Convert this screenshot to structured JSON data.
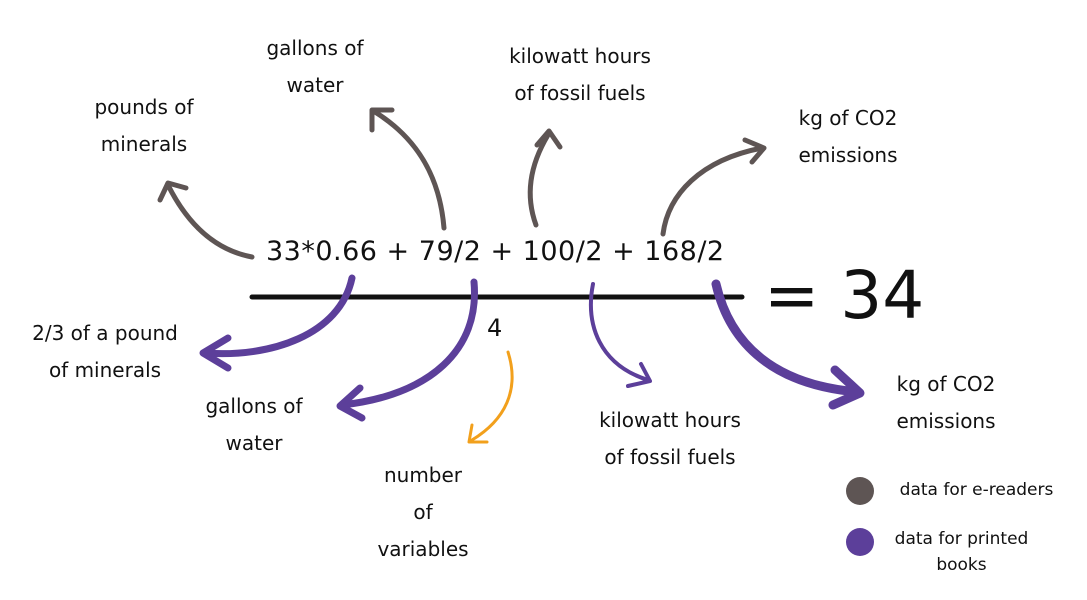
{
  "formula": {
    "numerator": "33*0.66 + 79/2 + 100/2 + 168/2",
    "divisor": "4",
    "result": "= 34"
  },
  "labels_top": {
    "pounds_minerals": [
      "pounds of",
      "minerals"
    ],
    "gallons_water": [
      "gallons of",
      "water"
    ],
    "kwh_fossil": [
      "kilowatt hours",
      "of fossil fuels"
    ],
    "kg_co2": [
      "kg of CO2",
      "emissions"
    ]
  },
  "labels_bottom": {
    "two_thirds_pound": [
      "2/3 of a pound",
      "of minerals"
    ],
    "gallons_water": [
      "gallons of",
      "water"
    ],
    "number_variables": [
      "number",
      "of",
      "variables"
    ],
    "kwh_fossil": [
      "kilowatt hours",
      "of fossil fuels"
    ],
    "kg_co2": [
      "kg of CO2",
      "emissions"
    ]
  },
  "legend": {
    "ereaders": {
      "label": "data for e-readers",
      "color": "#5e5554"
    },
    "printed": {
      "label": "data for printed books",
      "color": "#5c3f9a"
    }
  },
  "colors": {
    "ereaders_arrow": "#5e5554",
    "printed_arrow": "#5c3f9a",
    "count_arrow": "#f2a01c",
    "fraction_bar": "#111111"
  }
}
